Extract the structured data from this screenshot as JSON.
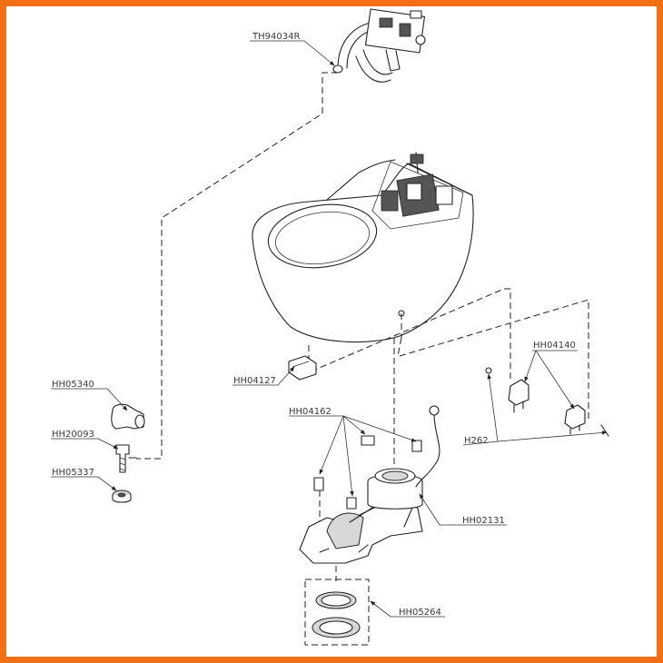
{
  "colors": {
    "frame": "#f26f16",
    "ink": "#222222",
    "label": "#3a3a3a"
  },
  "parts": {
    "th94034r": "TH94034R",
    "hh04127": "HH04127",
    "hh04140": "HH04140",
    "hh05340": "HH05340",
    "hh20093": "HH20093",
    "hh05337": "HH05337",
    "hh04162": "HH04162",
    "h262": "H262",
    "hh02131": "HH02131",
    "hh05264": "HH05264"
  }
}
